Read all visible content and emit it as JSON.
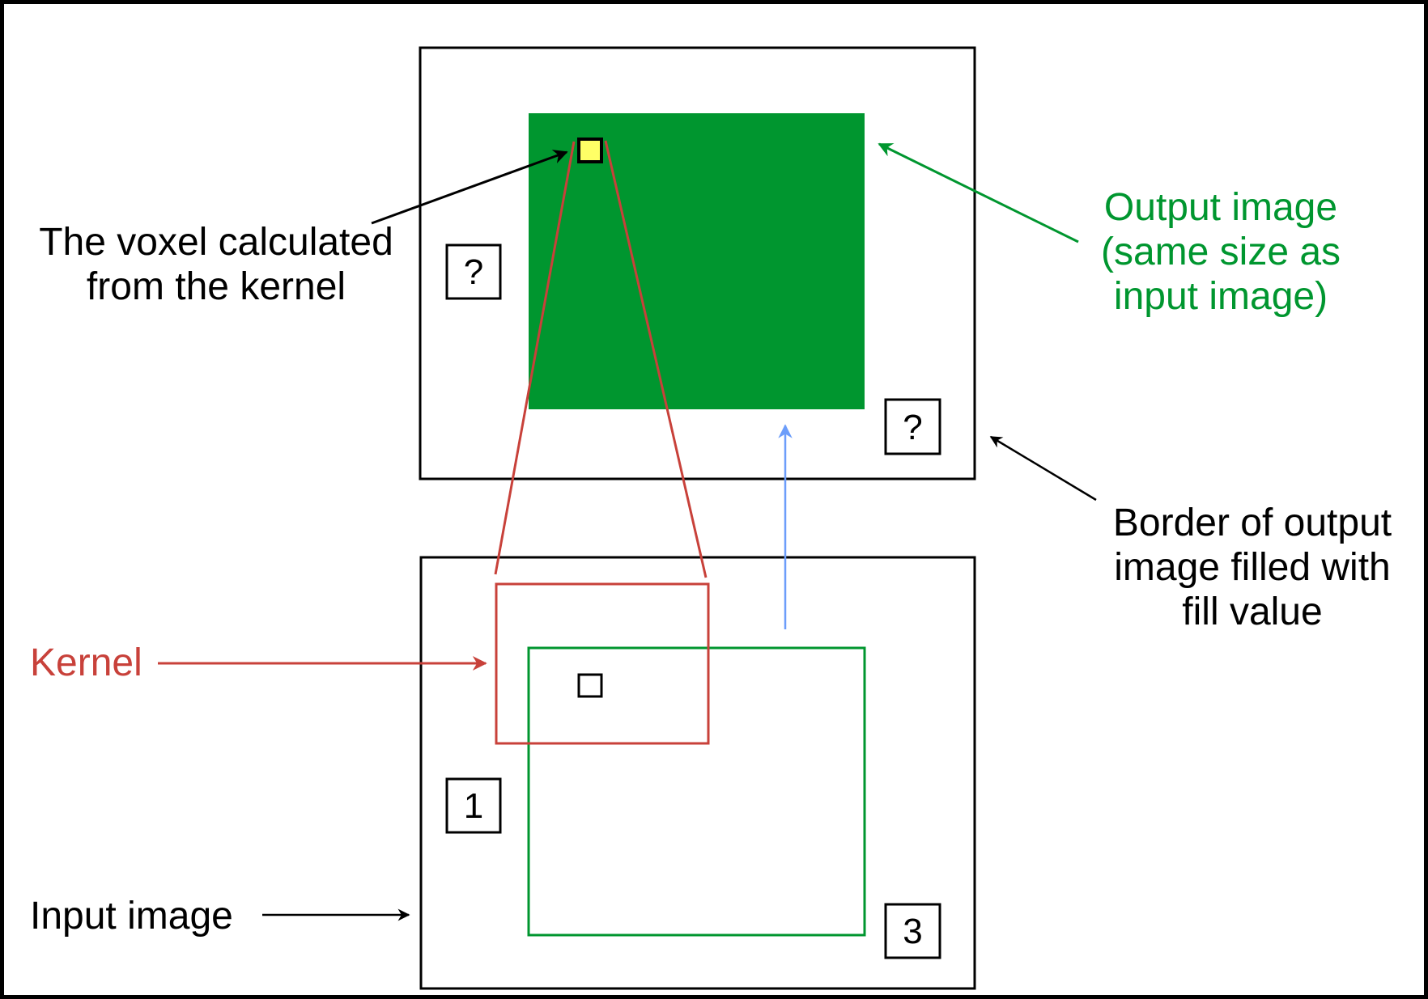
{
  "colors": {
    "black": "#000000",
    "green": "#00962f",
    "red": "#c8413a",
    "blue": "#6c9dfa",
    "yellow": "#ffff66"
  },
  "labels": {
    "voxel_line1": "The voxel calculated",
    "voxel_line2": "from the kernel",
    "output_line1": "Output image",
    "output_line2": "(same size as",
    "output_line3": "input image)",
    "border_line1": "Border of output",
    "border_line2": "image filled with",
    "border_line3": "fill value",
    "kernel": "Kernel",
    "input": "Input image"
  },
  "output_image": {
    "corner_marker_top_left": "?",
    "corner_marker_bottom_right": "?"
  },
  "input_image": {
    "corner_marker_top_left": "1",
    "corner_marker_bottom_right": "3"
  }
}
